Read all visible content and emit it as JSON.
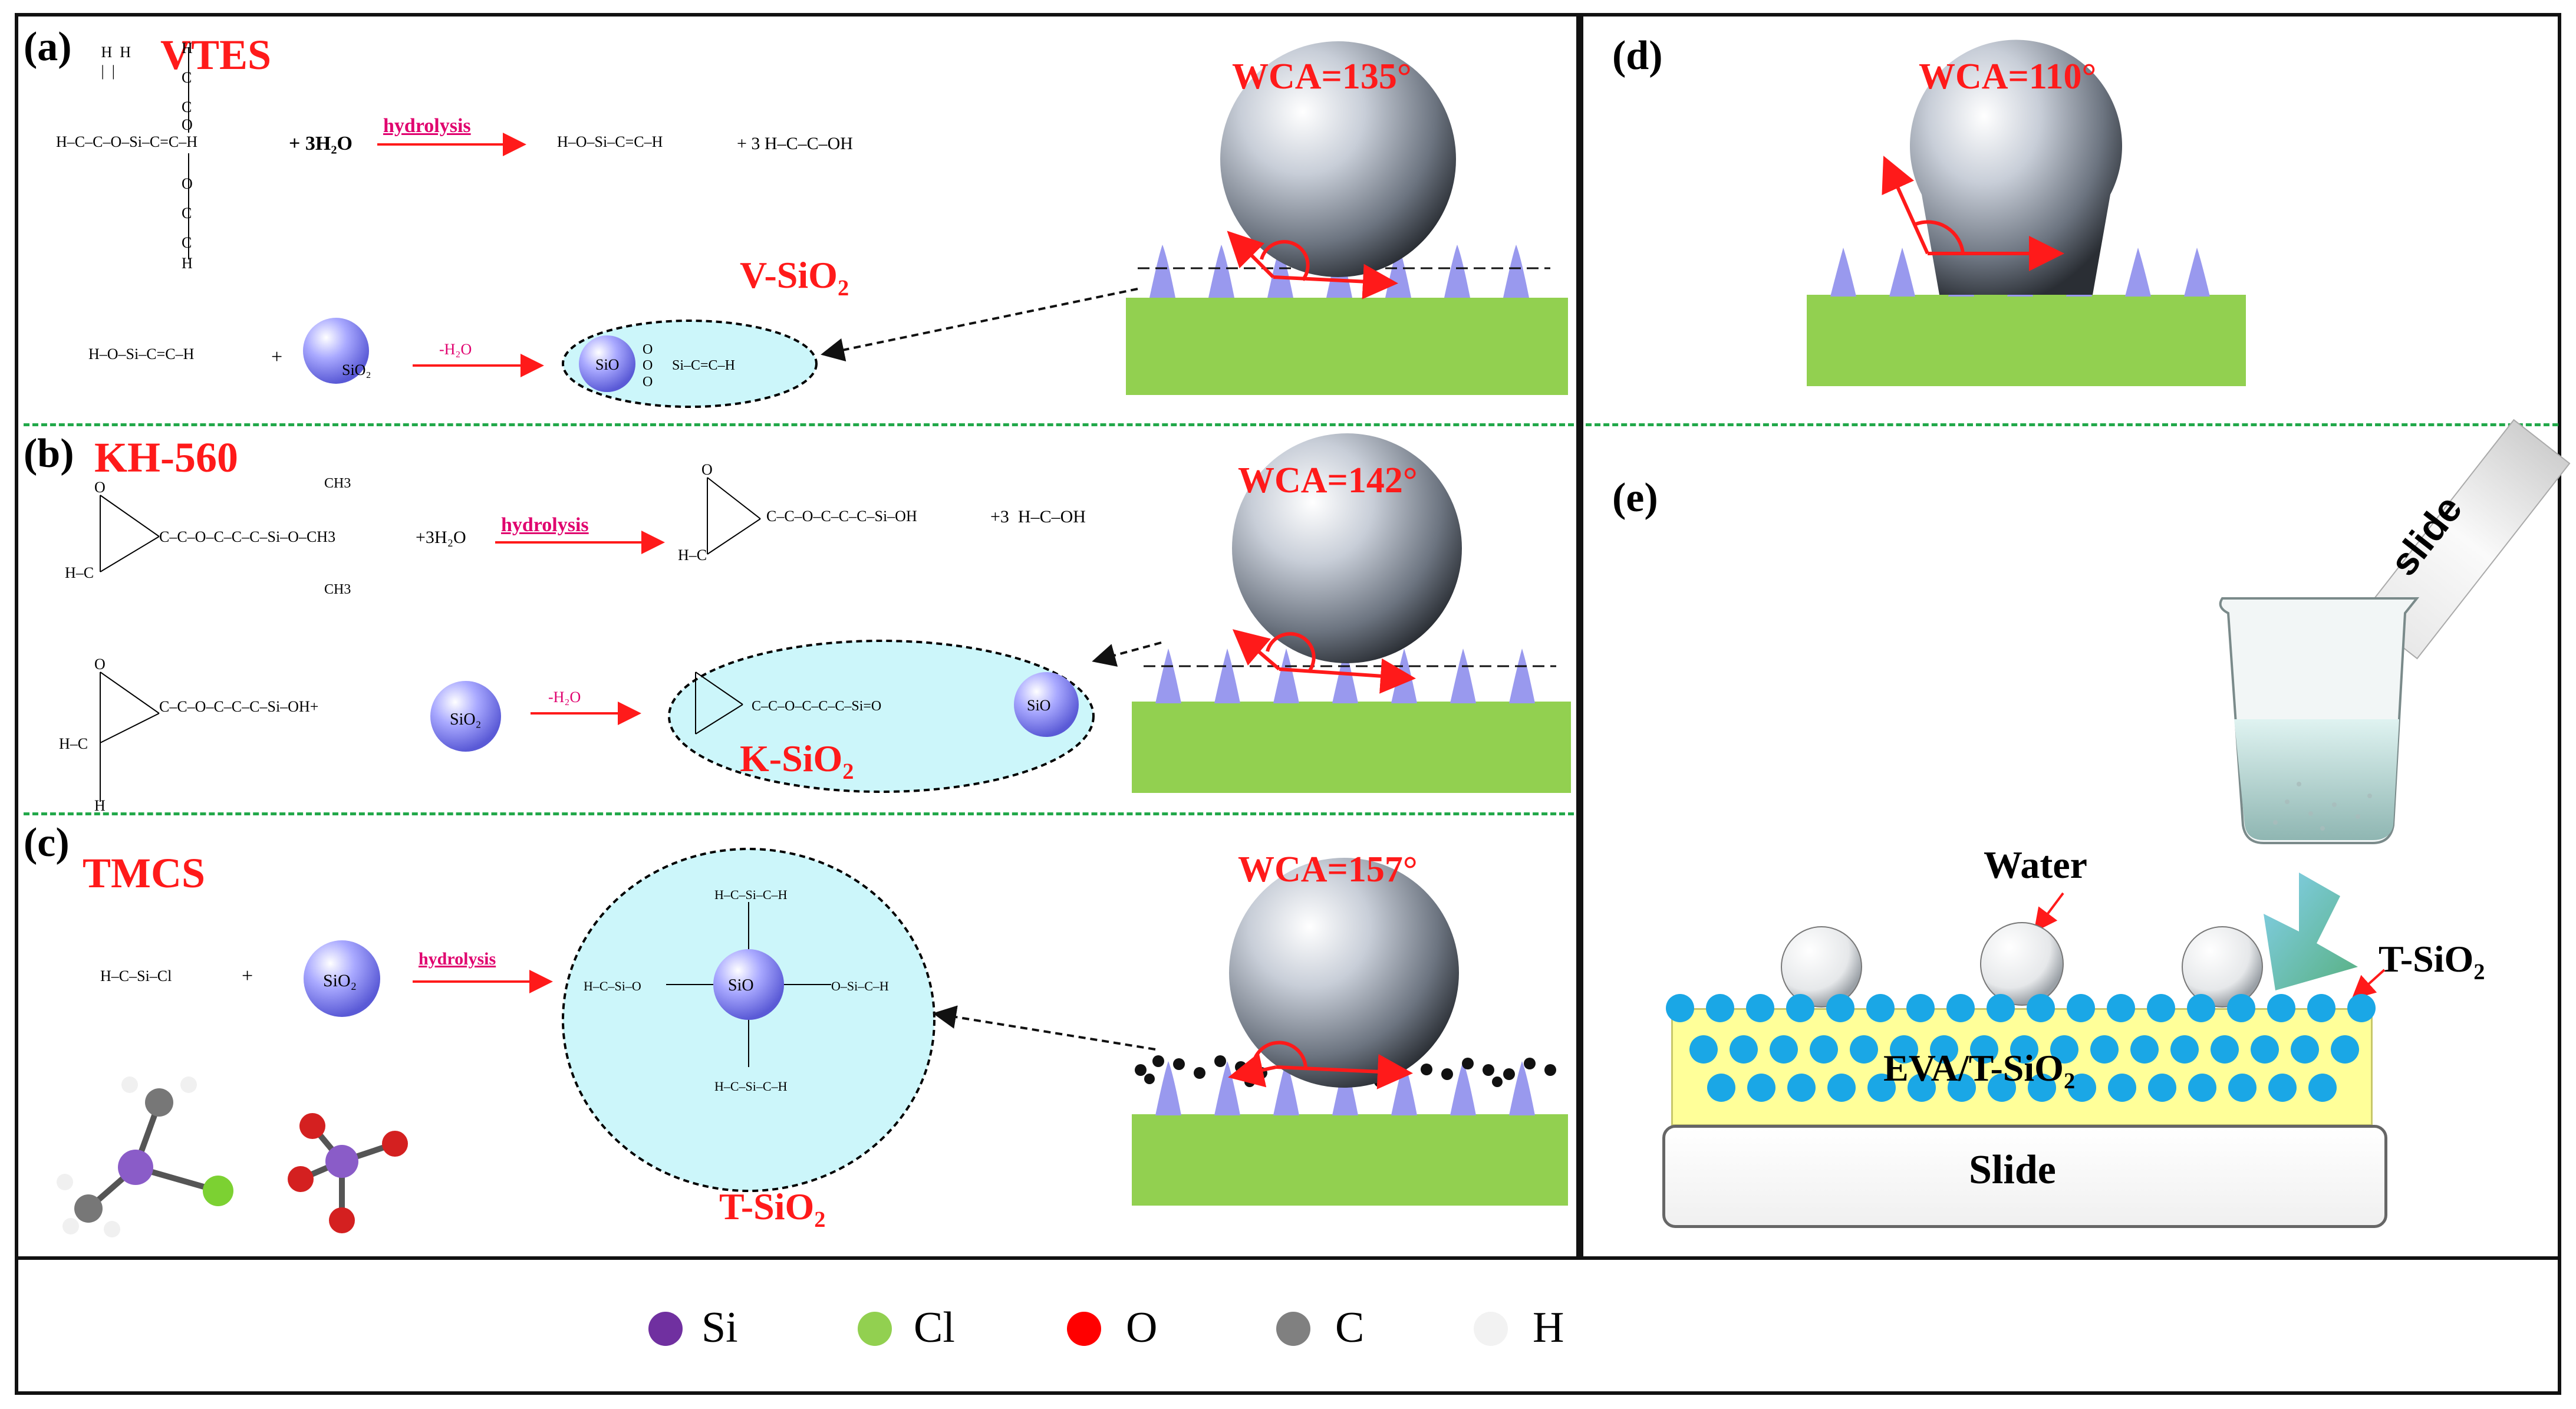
{
  "panels": {
    "a": {
      "label": "(a)",
      "title": "VTES",
      "wca": "WCA=135°",
      "reaction1": {
        "reactant": "H–C–C–O–Si–C=C–H",
        "plus_water": "+ 3H₂O",
        "arrow_label": "hydrolysis",
        "product": "H–O–Si–C=C–H",
        "byproduct": "+ 3 H–C–C–OH"
      },
      "reaction2": {
        "reactant": "H–O–Si–C=C–H",
        "plus": "+",
        "arrow_label": "-H₂O"
      },
      "particle": "SiO₂",
      "product_label": "V-SiO₂"
    },
    "b": {
      "label": "(b)",
      "title": "KH-560",
      "wca": "WCA=142°",
      "reaction1": {
        "reactant_tail": "C–C–O–C–C–C–Si–O–CH3",
        "ch3_top": "CH3",
        "ch3_bottom": "CH3",
        "plus_water": "+3H₂O",
        "arrow_label": "hydrolysis",
        "product": "C–C–O–C–C–C–Si–OH",
        "byproduct": "+3  H–C–OH"
      },
      "reaction2": {
        "reactant": "C–C–O–C–C–C–Si–OH+",
        "arrow_label": "-H₂O"
      },
      "particle": "SiO₂",
      "product_label": "K-SiO₂"
    },
    "c": {
      "label": "(c)",
      "title": "TMCS",
      "wca": "WCA=157°",
      "reagent": "H–C–Si–Cl",
      "plus": "+",
      "arrow_label": "hydrolysis",
      "particle": "SiO₂",
      "product_label": "T-SiO₂"
    },
    "d": {
      "label": "(d)",
      "wca": "WCA=110°"
    },
    "e": {
      "label": "(e)",
      "slide_bar_label": "slide",
      "water_label": "Water",
      "coating_label": "T-SiO₂",
      "layer_label": "EVA/T-SiO₂",
      "substrate_label": "Slide"
    }
  },
  "legend": {
    "items": [
      {
        "label": "Si",
        "color": "#7030a0"
      },
      {
        "label": "Cl",
        "color": "#92d050"
      },
      {
        "label": "O",
        "color": "#ff0000"
      },
      {
        "label": "C",
        "color": "#808080"
      },
      {
        "label": "H",
        "color": "#f2f2f2"
      }
    ]
  },
  "colors": {
    "accent_red": "#ff1a1a",
    "substrate_green": "#92d050",
    "spike_purple": "#9999ee",
    "particle_blue": "#9999ff",
    "bubble_cyan": "#ccf6fa",
    "coating_blue": "#1aa7e6",
    "layer_yellow": "#ffff99"
  }
}
